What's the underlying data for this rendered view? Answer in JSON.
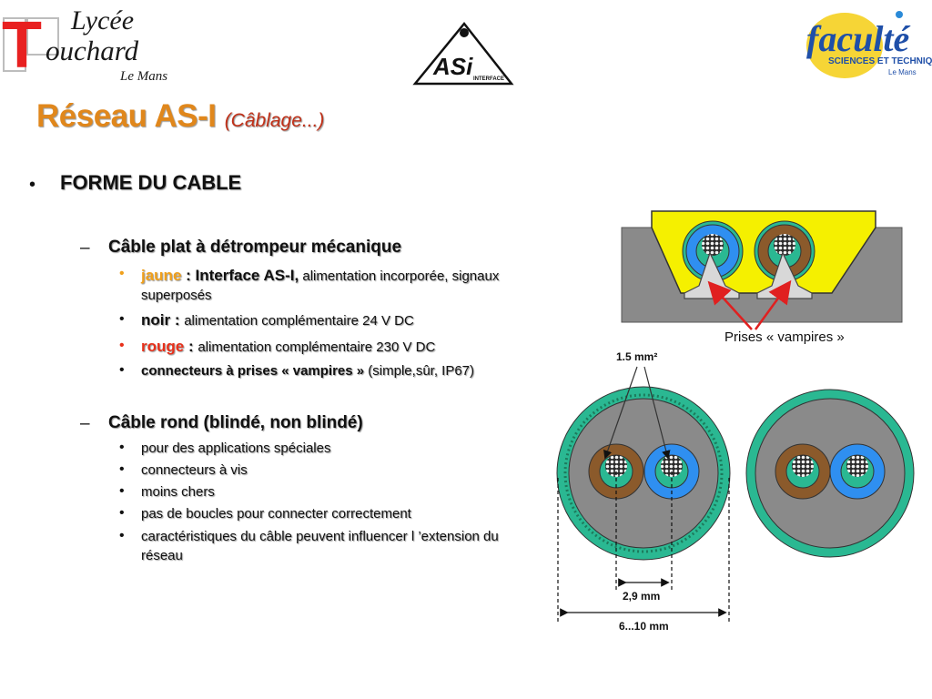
{
  "logos": {
    "lycee_initial": "T",
    "lycee_word1": "Lycée",
    "lycee_word2": "ouchard",
    "lycee_city": "Le Mans",
    "asi_main": "ASi",
    "asi_small": "INTERFACE",
    "faculte_name": "faculté",
    "faculte_line1": "SCIENCES ET TECHNIQUES",
    "faculte_line2": "Le Mans"
  },
  "title": {
    "main": "Réseau AS-I",
    "sub": "(Câblage...)"
  },
  "content": {
    "bullet1": "FORME DU CABLE",
    "section_flat": {
      "heading": "Câble plat à détrompeur mécanique",
      "items": [
        {
          "key": "jaune",
          "sep": " : ",
          "key2": "Interface AS-I,",
          "rest": " alimentation incorporée, signaux superposés"
        },
        {
          "key": "noir",
          "sep": " : ",
          "rest": "alimentation complémentaire 24 V DC"
        },
        {
          "key": "rouge",
          "sep": " : ",
          "rest": "alimentation complémentaire 230 V DC"
        },
        {
          "key": "connecteurs à prises « vampires »",
          "rest": " (simple,sûr, IP67)"
        }
      ]
    },
    "section_round": {
      "heading": "Câble rond (blindé, non blindé)",
      "items": [
        "pour des applications spéciales",
        "connecteurs à vis",
        "moins chers",
        "pas de boucles pour connecter correctement",
        "caractéristiques du câble peuvent influencer l ’extension du réseau"
      ]
    }
  },
  "diagram": {
    "vampires_label": "Prises « vampires »",
    "wire_section": "1.5 mm²",
    "inner_width": "2,9 mm",
    "outer_width": "6...10 mm"
  },
  "colors": {
    "title": "#e0871c",
    "title_sub": "#c03018",
    "yellow_text": "#f0a01c",
    "red_text": "#e8301a",
    "cable_yellow": "#f5f000",
    "cable_gray": "#8a8a8a",
    "cable_green": "#2ab892",
    "wire_blue": "#2f8ff0",
    "wire_brown": "#8b5a2b"
  }
}
